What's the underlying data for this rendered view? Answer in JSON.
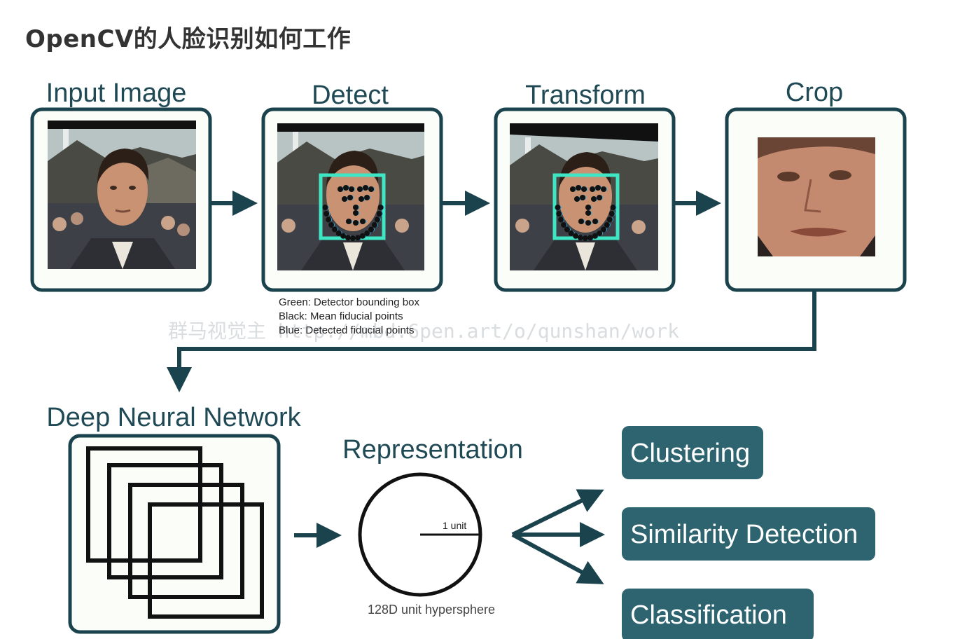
{
  "page": {
    "title": "OpenCV的人脸识别如何工作"
  },
  "pipeline": {
    "stages": [
      {
        "label": "Input Image"
      },
      {
        "label": "Detect"
      },
      {
        "label": "Transform"
      },
      {
        "label": "Crop"
      }
    ],
    "detect_notes": [
      "Green: Detector bounding box",
      "Black: Mean fiducial points",
      "Blue: Detected fiducial points"
    ]
  },
  "network": {
    "label": "Deep Neural Network"
  },
  "representation": {
    "label": "Representation",
    "radius_label": "1 unit",
    "caption": "128D unit hypersphere"
  },
  "outputs": [
    {
      "label": "Clustering"
    },
    {
      "label": "Similarity Detection"
    },
    {
      "label": "Classification"
    }
  ],
  "watermark": "群马视觉主 http://mbd.6pen.art/o/qunshan/work",
  "colors": {
    "frame": "#1b434e",
    "pill": "#2e6470",
    "arrow": "#1b434e",
    "bbox": "#3ee6c4",
    "fiducial_detected": "#2aa7e0",
    "frame_fill": "#fbfdf8"
  }
}
